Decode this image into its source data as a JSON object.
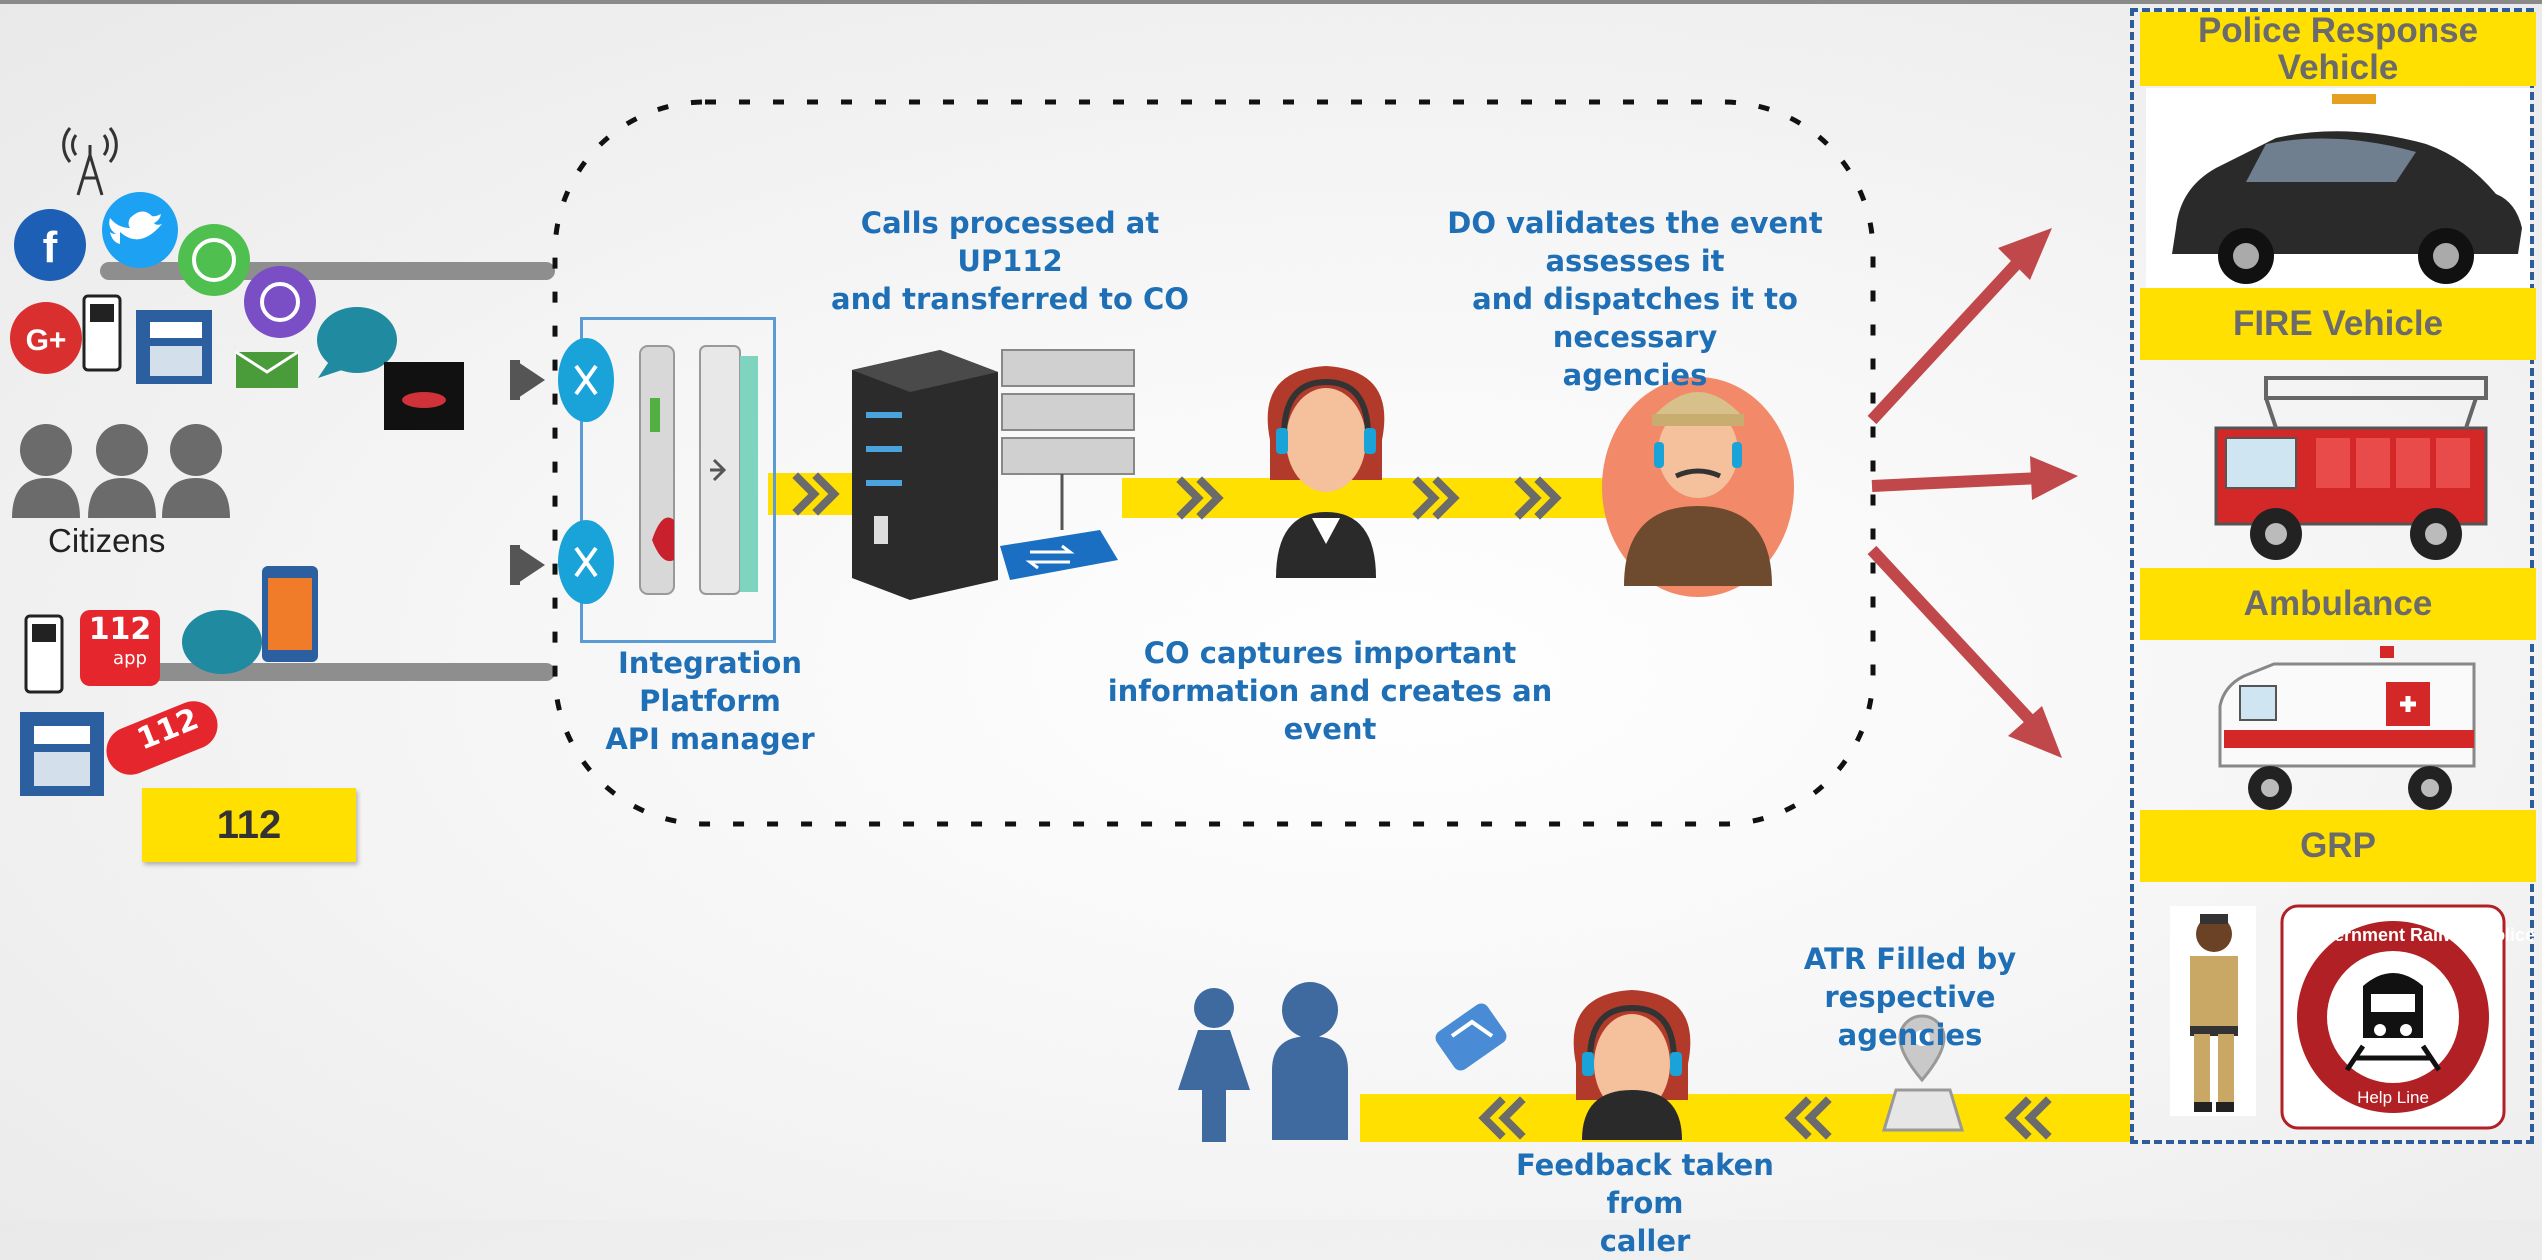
{
  "left": {
    "citizens_label": "Citizens",
    "emergency_number": "112",
    "app_badge": {
      "number": "112",
      "word": "app"
    },
    "sticker_text": "112"
  },
  "center": {
    "integration_label_line1": "Integration Platform",
    "integration_label_line2": "API manager",
    "calls_line1": "Calls processed at UP112",
    "calls_line2": "and transferred to CO",
    "co_line1": "CO captures important",
    "co_line2": "information and creates an event",
    "do_line1": "DO validates the event assesses it",
    "do_line2": "and dispatches it to necessary",
    "do_line3": "agencies"
  },
  "bottom": {
    "atr_line1": "ATR Filled by",
    "atr_line2": "respective agencies",
    "feedback_line1": "Feedback taken from",
    "feedback_line2": "caller"
  },
  "agencies": {
    "police_line1": "Police Response",
    "police_line2": "Vehicle",
    "fire": "FIRE Vehicle",
    "ambulance": "Ambulance",
    "grp": "GRP",
    "grp_seal_top": "Government Railway Police",
    "grp_seal_bottom": "Help Line"
  },
  "colors": {
    "accent_blue": "#1f6fb6",
    "highlight_yellow": "#ffe000",
    "arrow_red": "#c0484a",
    "dash_blue": "#2e5c9a"
  }
}
